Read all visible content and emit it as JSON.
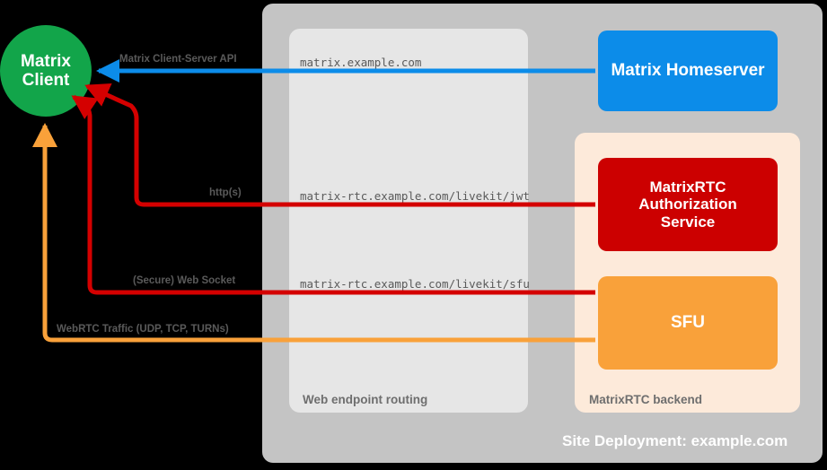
{
  "diagram": {
    "title": "Site Deployment: example.com",
    "background_color": "#000000"
  },
  "containers": [
    {
      "name": "site-deployment",
      "label": "Site Deployment: example.com",
      "color": "#c4c4c4"
    },
    {
      "name": "web-endpoint-routing",
      "label": "Web endpoint routing",
      "color": "#e6e6e6"
    },
    {
      "name": "matrixrtc-backend",
      "label": "MatrixRTC backend",
      "color": "#fdeada"
    }
  ],
  "nodes": {
    "client": {
      "label_line1": "Matrix",
      "label_line2": "Client",
      "color": "#12a54a",
      "shape": "circle"
    },
    "homeserver": {
      "label": "Matrix Homeserver",
      "color": "#0c8ce9",
      "shape": "rounded-rect"
    },
    "auth_service": {
      "label_line1": "MatrixRTC",
      "label_line2": "Authorization",
      "label_line3": "Service",
      "color": "#cc0000",
      "shape": "rounded-rect"
    },
    "sfu": {
      "label": "SFU",
      "color": "#f9a13a",
      "shape": "rounded-rect"
    }
  },
  "edges": [
    {
      "name": "client-server-api",
      "label": "Matrix Client-Server API",
      "endpoint": "matrix.example.com",
      "color": "#0c8ce9",
      "direction": "to-client"
    },
    {
      "name": "jwt-http",
      "label": "http(s)",
      "endpoint": "matrix-rtc.example.com/livekit/jwt",
      "color": "#d40000",
      "direction": "to-client"
    },
    {
      "name": "sfu-websocket",
      "label": "(Secure) Web Socket",
      "endpoint": "matrix-rtc.example.com/livekit/sfu",
      "color": "#d40000",
      "direction": "to-client"
    },
    {
      "name": "webrtc-traffic",
      "label": "WebRTC Traffic (UDP, TCP, TURNs)",
      "endpoint": "",
      "color": "#f9a13a",
      "direction": "to-client"
    }
  ]
}
